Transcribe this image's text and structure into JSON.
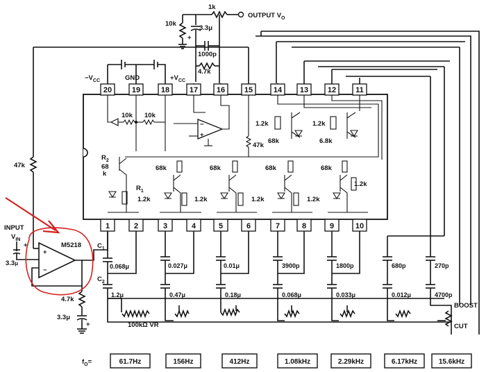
{
  "output_label": "OUTPUT V",
  "output_sub": "O",
  "input_label": "INPUT",
  "input_vin": "V",
  "input_vin_sub": "IN",
  "supply": {
    "vcc_neg": "−V",
    "vcc_neg_sub": "CC",
    "gnd": "GND",
    "vcc_pos": "+V",
    "vcc_pos_sub": "CC"
  },
  "top_components": {
    "r_out": "1k",
    "r_fb": "10k",
    "c_fb": "3.3μ",
    "c_1000p": "1000p",
    "r_47k": "4.7k"
  },
  "pins_top": [
    "20",
    "19",
    "18",
    "17",
    "16",
    "15",
    "14",
    "13",
    "12",
    "11"
  ],
  "pins_bottom": [
    "1",
    "2",
    "3",
    "4",
    "5",
    "6",
    "7",
    "8",
    "9",
    "10"
  ],
  "ic_internal": {
    "r_10k_a": "10k",
    "r_10k_b": "10k",
    "r_47k": "47k",
    "r_1_2k_a": "1.2k",
    "r_1_2k_b": "1.2k",
    "r_68k_a": "68k",
    "r_6_8k": "6.8k",
    "r2": "R",
    "r2_sub": "2",
    "r2_val_a": "68",
    "r2_val_b": "k",
    "r1": "R",
    "r1_sub": "1",
    "stage_68k": [
      "68k",
      "68k",
      "68k",
      "68k"
    ],
    "stage_1_2k": [
      "1.2k",
      "1.2k",
      "1.2k",
      "1.2k",
      "1.2k"
    ]
  },
  "left_parts": {
    "r_47k": "47k",
    "c_in": "3.3",
    "c_in_unit": "μ",
    "r_4_7k": "4.7k",
    "c_out": "3.3μ",
    "plus": "+",
    "minus": "−"
  },
  "opamp": {
    "name": "M5218",
    "plus": "+",
    "minus": "−"
  },
  "caps_upper": {
    "c1_label": "C",
    "c1_sub": "1",
    "values": [
      "0.068μ",
      "0.027μ",
      "0.01μ",
      "3900p",
      "1800p",
      "680p",
      "270p"
    ]
  },
  "caps_lower": {
    "c2_label": "C",
    "c2_sub": "2",
    "values": [
      "1.2μ",
      "0.47μ",
      "0.18μ",
      "0.068μ",
      "0.033μ",
      "0.012μ",
      "4700p"
    ]
  },
  "vr_label": "100kΩ  VR",
  "boost_label": "BOOST",
  "cut_label": "CUT",
  "fo_label": "f",
  "fo_sub": "O",
  "fo_eq": "=",
  "frequencies": [
    "61.7Hz",
    "156Hz",
    "412Hz",
    "1.08kHz",
    "2.29kHz",
    "6.17kHz",
    "15.6kHz"
  ],
  "colors": {
    "annotation": "#d42020",
    "ink": "#111111"
  }
}
